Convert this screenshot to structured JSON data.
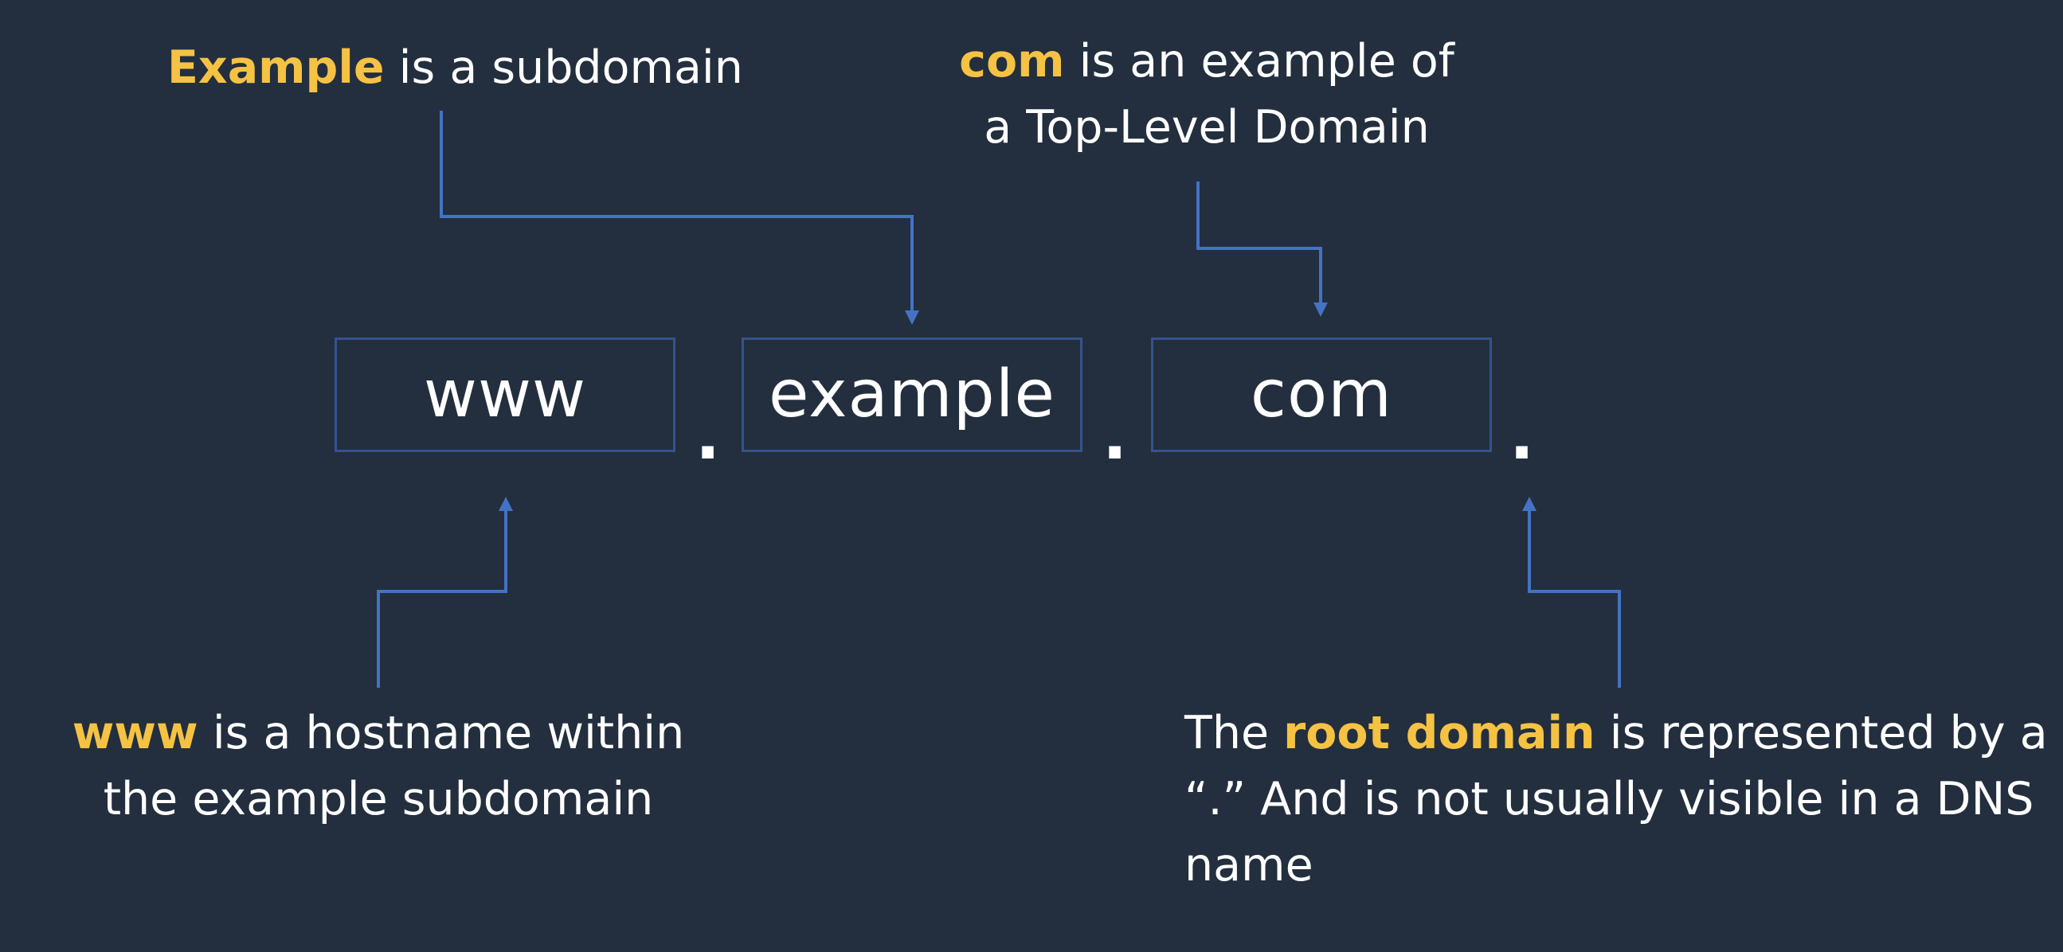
{
  "colors": {
    "background": "#232f3e",
    "box_border": "#34538e",
    "connector": "#4472c4",
    "highlight": "#f5c243",
    "text": "#ffffff"
  },
  "name_parts": [
    {
      "id": "hostname",
      "label": "www"
    },
    {
      "id": "subdomain",
      "label": "example"
    },
    {
      "id": "tld",
      "label": "com"
    }
  ],
  "separators": [
    ".",
    ".",
    "."
  ],
  "captions": {
    "subdomain": {
      "highlight": "Example",
      "rest": " is a subdomain"
    },
    "tld": {
      "highlight": "com",
      "line1_rest": " is an example of",
      "line2": "a Top-Level Domain"
    },
    "hostname": {
      "highlight": "www",
      "line1_rest": " is a hostname within",
      "line2": "the example subdomain"
    },
    "root": {
      "line1_before": "The ",
      "highlight": "root domain",
      "line1_rest": " is represented by a",
      "line2": "“.” And is not usually visible in a DNS",
      "line3": "name"
    }
  }
}
